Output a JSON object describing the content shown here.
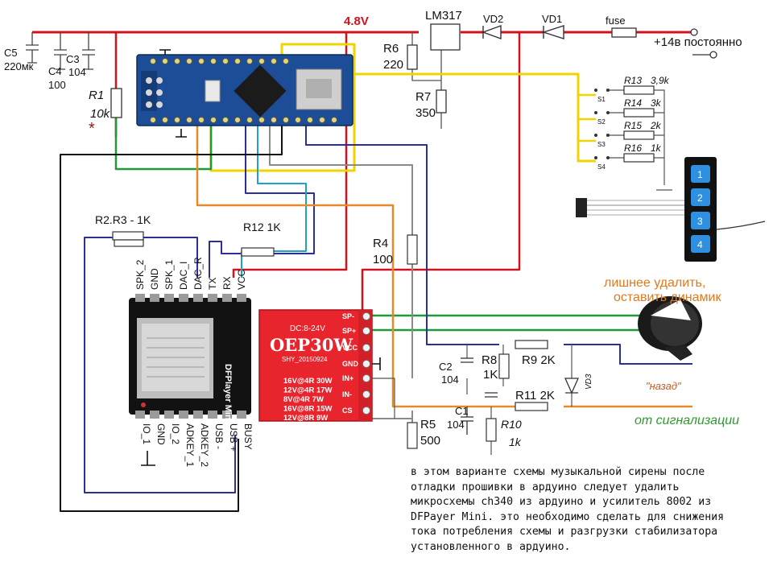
{
  "colors": {
    "power_red": "#d0131c",
    "signal_yellow": "#f0d400",
    "signal_green": "#1e9a3a",
    "signal_blue": "#2a2f9c",
    "signal_cyan": "#1fa0c8",
    "signal_orange": "#e58a2a",
    "signal_gray": "#8a8a8a",
    "signal_black": "#111111",
    "arduino_blue": "#1d4d96",
    "amp_red": "#e8242c",
    "keypad_blue": "#2f8fe0",
    "annotation_orange": "#e07a1e",
    "annotation_green": "#2e9a2e"
  },
  "labels": {
    "voltage": "4.8V",
    "regulator": "LM317",
    "vd2": "VD2",
    "vd1": "VD1",
    "fuse": "fuse",
    "supply": "+14в постоянно",
    "c5": "C5",
    "c5_value": "220мк",
    "c4": "C4",
    "c4_value": "100",
    "c3": "C3",
    "c3_value": "104",
    "r1": "R1",
    "r1_value": "10k",
    "r1_star": "*",
    "r6": "R6",
    "r6_value": "220",
    "r7": "R7",
    "r7_value": "350",
    "r13": "R13",
    "r13_value": "3,9k",
    "r14": "R14",
    "r14_value": "3k",
    "r15": "R15",
    "r15_value": "2k",
    "r16": "R16",
    "r16_value": "1k",
    "s1": "S1",
    "s2": "S2",
    "s3": "S3",
    "s4": "S4",
    "r2r3": "R2.R3 - 1K",
    "r12": "R12  1K",
    "r4": "R4",
    "r4_value": "100",
    "r5": "R5",
    "r5_value": "500",
    "c2": "C2",
    "c2_value": "104",
    "c1": "C1",
    "c1_value": "104",
    "r8": "R8",
    "r8_value": "1K",
    "r9": "R9 2K",
    "r10": "R10",
    "r10_value": "1k",
    "r11": "R11 2K",
    "vd3": "VD3",
    "remove_note_line1": "лишнее удалить,",
    "remove_note_line2": "оставить динамик",
    "back": "\"назад\"",
    "from_alarm": "от сигнализации"
  },
  "dfplayer": {
    "title": "DFPlayer Mini",
    "top_pins": [
      "SPK_2",
      "GND",
      "SPK_1",
      "DAC_I",
      "DAC_R",
      "TX",
      "RX",
      "VCC"
    ],
    "bottom_pins": [
      "IO_1",
      "GND",
      "IO_2",
      "ADKEY_1",
      "ADKEY_2",
      "USB -",
      "USB +",
      "BUSY"
    ]
  },
  "amplifier": {
    "title": "OEP30W",
    "dc": "DC:8-24V",
    "serial": "SHY_20150924",
    "pins": [
      "SP-",
      "SP+",
      "VCC",
      "GND",
      "IN+",
      "IN-",
      "CS"
    ],
    "power_rows": [
      "16V@4R  30W",
      "12V@4R  17W",
      "8V@4R   7W",
      "16V@8R  15W",
      "12V@8R   9W"
    ]
  },
  "keypad": {
    "keys": [
      "1",
      "2",
      "3",
      "4"
    ]
  },
  "note": "в этом варианте схемы музыкальной сирены после\nотладки прошивки в ардуино следует удалить\nмикросхемы ch340 из ардуино и усилитель 8002 из\nDFPayer Mini. это необходимо сделать для снижения\nтока потребления схемы и разгрузки стабилизатора\nустановленного в ардуино."
}
